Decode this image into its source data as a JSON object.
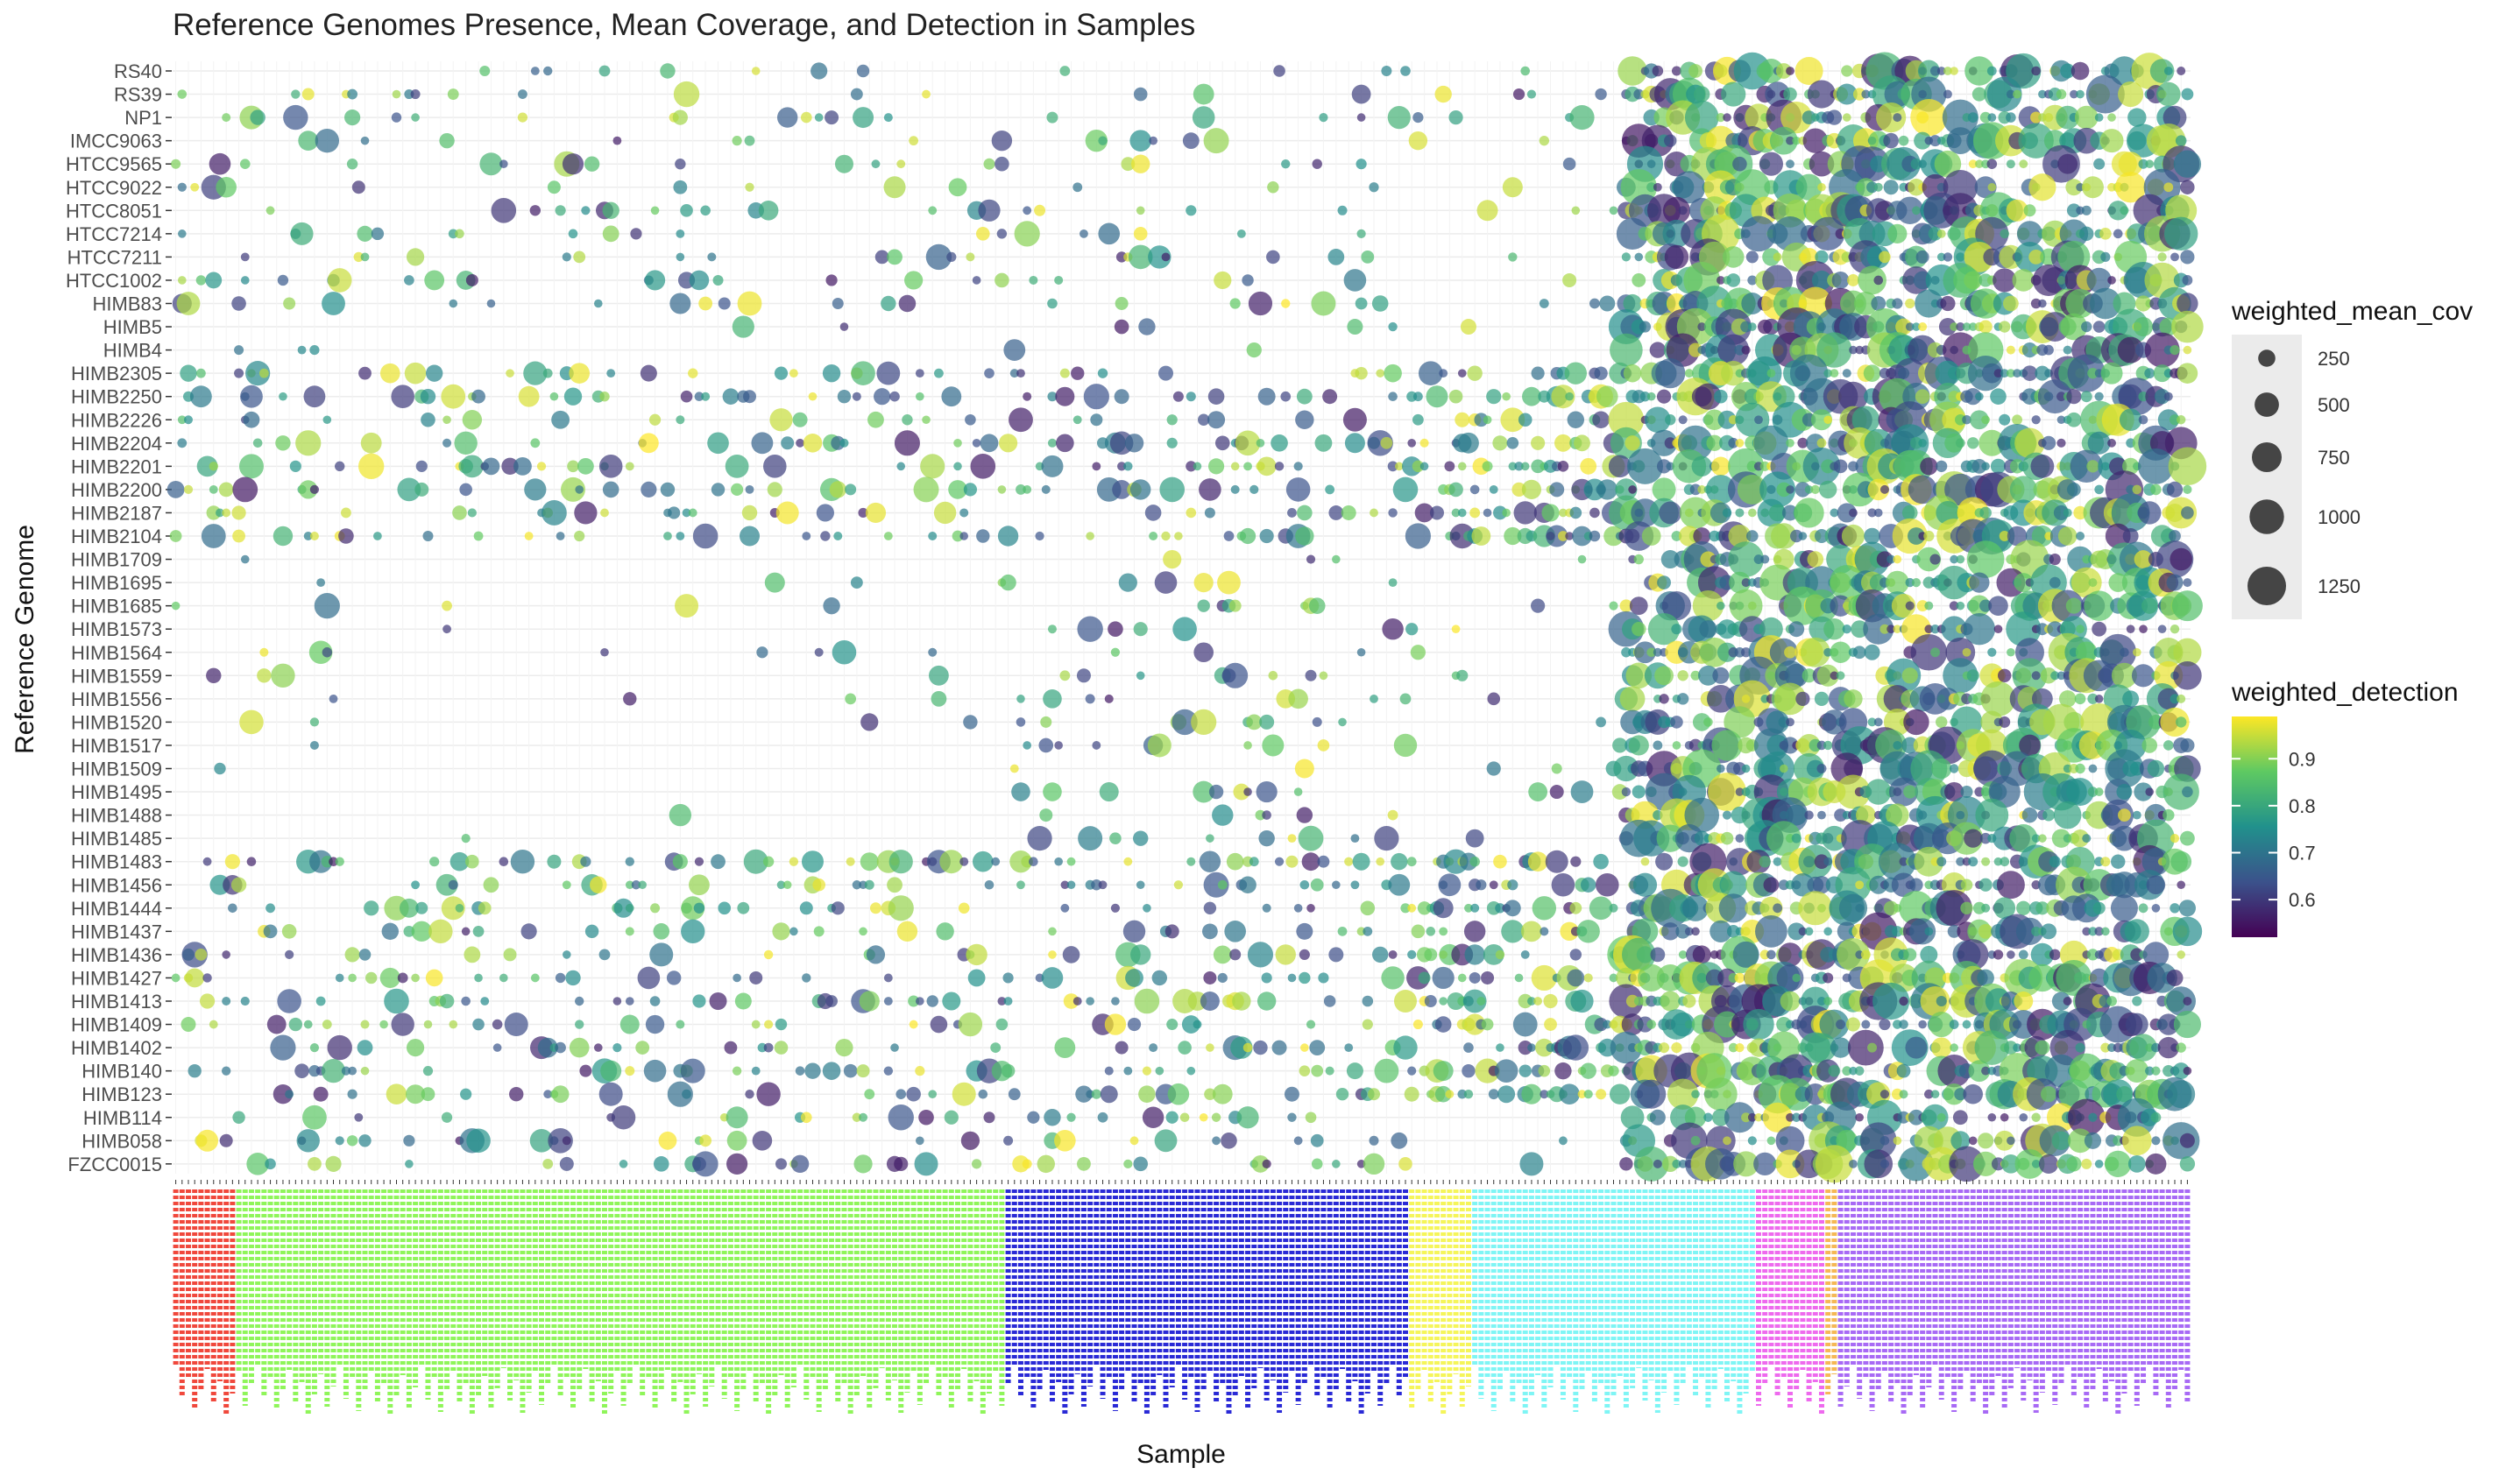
{
  "chart_data": {
    "type": "scatter",
    "title": "Reference Genomes Presence, Mean Coverage, and Detection in Samples",
    "xlabel": "Sample",
    "ylabel": "Reference Genome",
    "genomes": [
      "RS40",
      "RS39",
      "NP1",
      "IMCC9063",
      "HTCC9565",
      "HTCC9022",
      "HTCC8051",
      "HTCC7214",
      "HTCC7211",
      "HTCC1002",
      "HIMB83",
      "HIMB5",
      "HIMB4",
      "HIMB2305",
      "HIMB2250",
      "HIMB2226",
      "HIMB2204",
      "HIMB2201",
      "HIMB2200",
      "HIMB2187",
      "HIMB2104",
      "HIMB1709",
      "HIMB1695",
      "HIMB1685",
      "HIMB1573",
      "HIMB1564",
      "HIMB1559",
      "HIMB1556",
      "HIMB1520",
      "HIMB1517",
      "HIMB1509",
      "HIMB1495",
      "HIMB1488",
      "HIMB1485",
      "HIMB1483",
      "HIMB1456",
      "HIMB1444",
      "HIMB1437",
      "HIMB1436",
      "HIMB1427",
      "HIMB1413",
      "HIMB1409",
      "HIMB1402",
      "HIMB140",
      "HIMB123",
      "HIMB114",
      "HIMB058",
      "FZCC0015"
    ],
    "sample_count": 320,
    "sample_groups": [
      {
        "color": "#f0483c",
        "count": 10
      },
      {
        "color": "#8ff55a",
        "count": 122
      },
      {
        "color": "#2a2ad6",
        "count": 64
      },
      {
        "color": "#f5f55a",
        "count": 10
      },
      {
        "color": "#7ff5f5",
        "count": 45
      },
      {
        "color": "#ee6aee",
        "count": 11
      },
      {
        "color": "#f5b855",
        "count": 2
      },
      {
        "color": "#a86af5",
        "count": 56
      }
    ],
    "size_legend": {
      "title": "weighted_mean_cov",
      "breaks": [
        "250",
        "500",
        "750",
        "1000",
        "1250"
      ]
    },
    "color_legend": {
      "title": "weighted_detection",
      "breaks": [
        "0.9",
        "0.8",
        "0.7",
        "0.6"
      ],
      "range": [
        0.52,
        0.99
      ],
      "low": "#440154",
      "high": "#fde725"
    },
    "size_range": [
      0,
      1400
    ],
    "grid": true,
    "legend_position": "right"
  }
}
